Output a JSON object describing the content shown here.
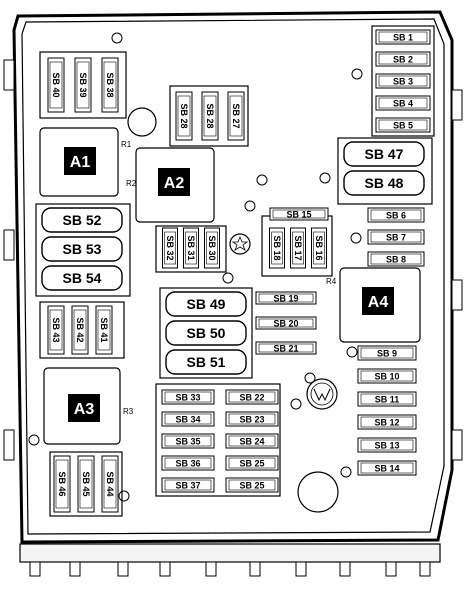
{
  "relays": [
    {
      "label": "A1",
      "tag": "R1"
    },
    {
      "label": "A2",
      "tag": "R2"
    },
    {
      "label": "A3",
      "tag": "R3"
    },
    {
      "label": "A4",
      "tag": "R4"
    }
  ],
  "fuses_vertical_top": [
    "SB 40",
    "SB 39",
    "SB 38",
    "SB 28",
    "SB 28",
    "SB 27"
  ],
  "fuses_vertical_mid": [
    "SB 32",
    "SB 31",
    "SB 30",
    "SB 18",
    "SB 17",
    "SB 16"
  ],
  "fuses_vertical_left": [
    "SB 43",
    "SB 42",
    "SB 41"
  ],
  "fuses_vertical_bottom": [
    "SB 46",
    "SB 45",
    "SB 44"
  ],
  "fuses_large_left": [
    "SB 52",
    "SB 53",
    "SB 54"
  ],
  "fuses_large_center": [
    "SB 49",
    "SB 50",
    "SB 51"
  ],
  "fuses_large_right": [
    "SB 47",
    "SB 48"
  ],
  "fuses_right_column_top": [
    "SB 1",
    "SB 2",
    "SB 3",
    "SB 4",
    "SB 5"
  ],
  "fuses_right_column_mid": [
    "SB 6",
    "SB 7",
    "SB 8"
  ],
  "fuses_right_column_bottom": [
    "SB 9",
    "SB 10",
    "SB 11",
    "SB 12",
    "SB 13",
    "SB 14"
  ],
  "fuses_center_small": [
    "SB 19",
    "SB 20",
    "SB 21"
  ],
  "fuse_top_mid": "SB 15",
  "fuses_bottom_left_col": [
    "SB 33",
    "SB 34",
    "SB 35",
    "SB 36",
    "SB 37"
  ],
  "fuses_bottom_right_col": [
    "SB 22",
    "SB 23",
    "SB 24",
    "SB 25",
    "SB 25"
  ]
}
